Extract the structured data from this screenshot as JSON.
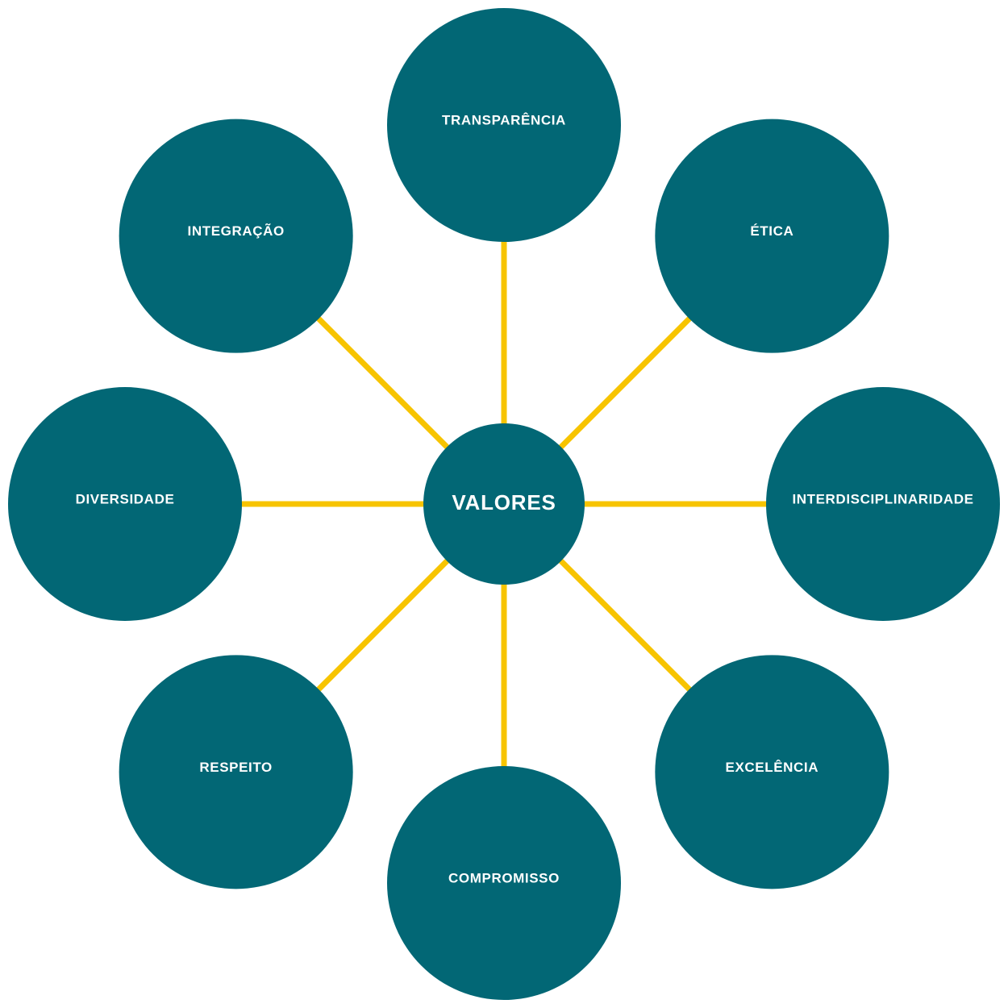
{
  "colors": {
    "node_fill": "#026775",
    "connector": "#F7C400",
    "label_text": "#FFFFFF",
    "background": "#FFFFFF"
  },
  "diagram": {
    "center": {
      "label": "VALORES"
    },
    "nodes": [
      {
        "label": "TRANSPARÊNCIA"
      },
      {
        "label": "ÉTICA"
      },
      {
        "label": "INTERDISCIPLINARIDADE"
      },
      {
        "label": "EXCELÊNCIA"
      },
      {
        "label": "COMPROMISSO"
      },
      {
        "label": "RESPEITO"
      },
      {
        "label": "DIVERSIDADE"
      },
      {
        "label": "INTEGRAÇÃO"
      }
    ]
  }
}
